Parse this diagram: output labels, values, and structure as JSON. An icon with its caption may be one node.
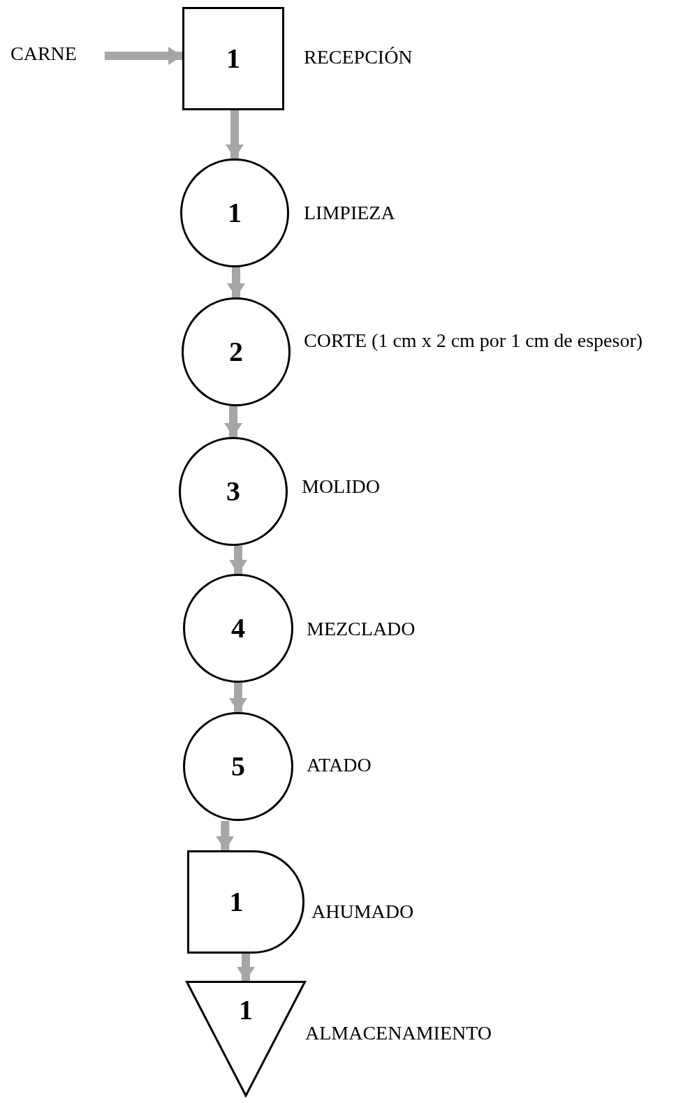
{
  "diagram": {
    "nodes": [
      {
        "text": [
          "CARNE"
        ]
      },
      {
        "text": [
          "1"
        ],
        "beside": [
          "RECEPCIÓN"
        ]
      },
      {
        "text": [
          "1"
        ],
        "beside": [
          "LIMPIEZA"
        ]
      },
      {
        "text": [
          "2"
        ],
        "beside": [
          "CORTE (1 cm x 2 cm por 1 cm de espesor)"
        ]
      },
      {
        "text": [
          "3"
        ],
        "beside": [
          "MOLIDO"
        ]
      },
      {
        "text": [
          "4"
        ],
        "beside": [
          "MEZCLADO"
        ]
      },
      {
        "text": [
          "5"
        ],
        "beside": [
          "ATADO"
        ]
      },
      {
        "text": [
          "1"
        ],
        "beside": [
          "AHUMADO"
        ]
      },
      {
        "text": [
          "1"
        ],
        "beside": [
          "ALMACENAMIENTO"
        ]
      }
    ],
    "edges": [
      {
        "from": 0,
        "to": 1,
        "arrow": "to"
      },
      {
        "from": 1,
        "to": 2,
        "arrow": "to"
      },
      {
        "from": 2,
        "to": 3,
        "arrow": "to"
      },
      {
        "from": 3,
        "to": 4,
        "arrow": "to"
      },
      {
        "from": 4,
        "to": 5,
        "arrow": "to"
      },
      {
        "from": 5,
        "to": 6,
        "arrow": "to"
      },
      {
        "from": 6,
        "to": 7,
        "arrow": "to"
      },
      {
        "from": 7,
        "to": 8,
        "arrow": "to"
      }
    ]
  }
}
